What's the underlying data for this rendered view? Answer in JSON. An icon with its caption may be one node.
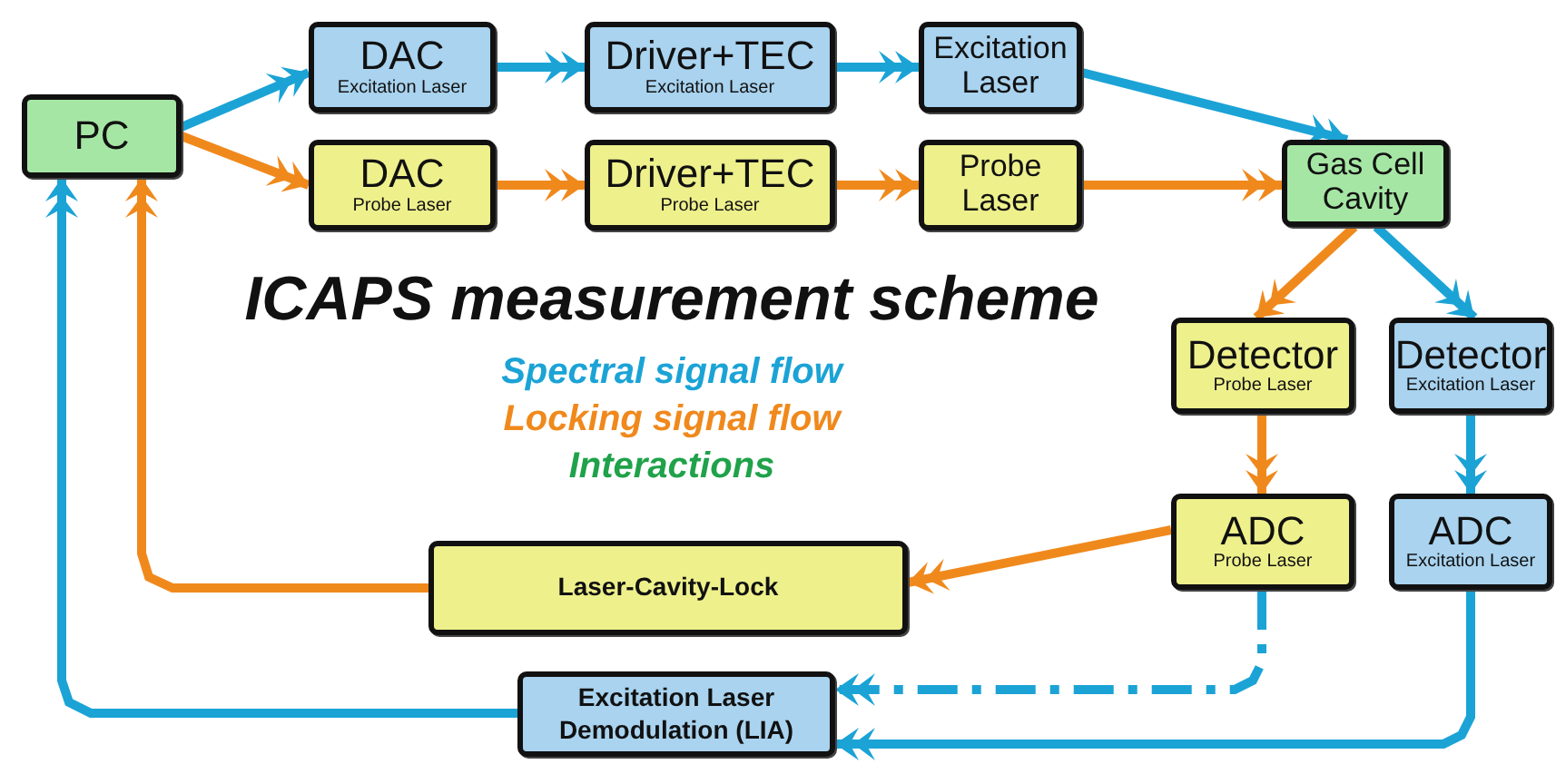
{
  "diagram": {
    "title": "ICAPS measurement scheme",
    "nodes": [
      {
        "text": [
          "PC"
        ]
      },
      {
        "text": [
          "DAC",
          "Excitation Laser"
        ]
      },
      {
        "text": [
          "Driver+TEC",
          "Excitation Laser"
        ]
      },
      {
        "text": [
          "Excitation Laser"
        ]
      },
      {
        "text": [
          "DAC",
          "Probe Laser"
        ]
      },
      {
        "text": [
          "Driver+TEC",
          "Probe Laser"
        ]
      },
      {
        "text": [
          "Probe Laser"
        ]
      },
      {
        "text": [
          "Gas Cell Cavity"
        ]
      },
      {
        "text": [
          "Detector",
          "Probe Laser"
        ]
      },
      {
        "text": [
          "Detector",
          "Excitation Laser"
        ]
      },
      {
        "text": [
          "ADC",
          "Probe Laser"
        ]
      },
      {
        "text": [
          "ADC",
          "Excitation Laser"
        ]
      },
      {
        "text": [
          "Laser-Cavity-Lock"
        ]
      },
      {
        "text": [
          "Excitation Laser Demodulation (LIA)"
        ]
      }
    ],
    "edges": [
      {
        "from": 0,
        "to": 1,
        "arrow": "to"
      },
      {
        "from": 0,
        "to": 4,
        "arrow": "to",
        "color": "#f0891c"
      },
      {
        "from": 1,
        "to": 2,
        "arrow": "to"
      },
      {
        "from": 2,
        "to": 3,
        "arrow": "to"
      },
      {
        "from": 4,
        "to": 5,
        "arrow": "to",
        "color": "#f0891c"
      },
      {
        "from": 5,
        "to": 6,
        "arrow": "to",
        "color": "#f0891c"
      },
      {
        "from": 3,
        "to": 7,
        "arrow": "to"
      },
      {
        "from": 6,
        "to": 7,
        "arrow": "to",
        "color": "#f0891c"
      },
      {
        "from": 7,
        "to": 8,
        "arrow": "to",
        "color": "#f0891c"
      },
      {
        "from": 7,
        "to": 9,
        "arrow": "to"
      },
      {
        "from": 8,
        "to": 10,
        "arrow": "to",
        "color": "#f0891c"
      },
      {
        "from": 9,
        "to": 11,
        "arrow": "to"
      },
      {
        "from": 10,
        "to": 12,
        "arrow": "to",
        "color": "#f0891c"
      },
      {
        "from": 12,
        "to": 0,
        "arrow": "to",
        "color": "#f0891c"
      },
      {
        "from": 13,
        "to": 0,
        "arrow": "to"
      },
      {
        "from": 10,
        "to": 13,
        "arrow": "to",
        "style": "dashed"
      },
      {
        "from": 11,
        "to": 13,
        "arrow": "to"
      }
    ],
    "legend": [
      {
        "text": "Spectral signal flow",
        "color": "#1ba3d6"
      },
      {
        "text": "Locking signal flow",
        "color": "#f0891c"
      },
      {
        "text": "Interactions",
        "color": "#1fa24a"
      }
    ]
  }
}
